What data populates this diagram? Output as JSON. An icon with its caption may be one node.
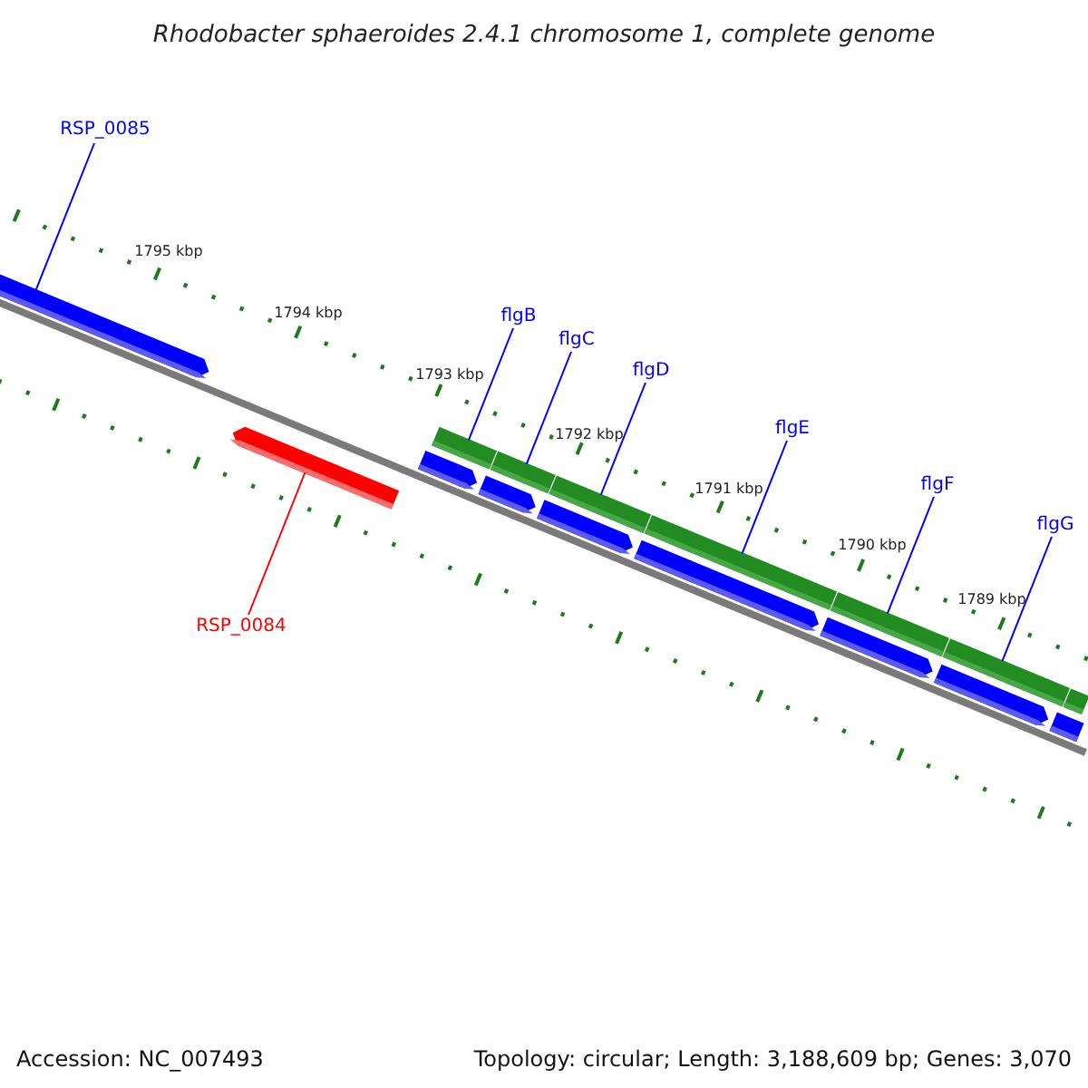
{
  "diagram": {
    "title": "Rhodobacter sphaeroides 2.4.1 chromosome 1, complete genome",
    "nodes": [
      {
        "text": [
          "RSP_0085"
        ]
      },
      {
        "text": [
          "flgB"
        ]
      },
      {
        "text": [
          "flgC"
        ]
      },
      {
        "text": [
          "flgD"
        ]
      },
      {
        "text": [
          "flgE"
        ]
      },
      {
        "text": [
          "flgF"
        ]
      },
      {
        "text": [
          "flgG"
        ]
      },
      {
        "text": [
          "RSP_0084"
        ]
      },
      {
        "text": [],
        "shape": "bar"
      },
      {
        "text": [],
        "shape": "bar"
      },
      {
        "text": [],
        "shape": "bar"
      },
      {
        "text": [],
        "shape": "bar"
      },
      {
        "text": [],
        "shape": "bar"
      },
      {
        "text": [],
        "shape": "bar"
      },
      {
        "text": [],
        "shape": "bar"
      },
      {
        "text": [],
        "shape": "bar"
      },
      {
        "text": [],
        "shape": "bar"
      },
      {
        "text": [],
        "shape": "bar"
      },
      {
        "text": [],
        "shape": "bar"
      },
      {
        "text": [],
        "shape": "bar"
      },
      {
        "text": [],
        "shape": "bar"
      },
      {
        "text": [],
        "shape": "bar"
      },
      {
        "text": [],
        "shape": "bar"
      },
      {
        "text": [],
        "shape": "bar"
      }
    ],
    "edges": [
      {
        "from": 0,
        "to": 8,
        "arrow": "none"
      },
      {
        "from": 1,
        "to": 10,
        "arrow": "none"
      },
      {
        "from": 2,
        "to": 11,
        "arrow": "none"
      },
      {
        "from": 3,
        "to": 12,
        "arrow": "none"
      },
      {
        "from": 4,
        "to": 13,
        "arrow": "none"
      },
      {
        "from": 5,
        "to": 14,
        "arrow": "none"
      },
      {
        "from": 6,
        "to": 15,
        "arrow": "none"
      },
      {
        "from": 7,
        "to": 9,
        "arrow": "none",
        "color": "#ff0000"
      }
    ],
    "labels": [
      "1795 kbp",
      "1794 kbp",
      "1793 kbp",
      "1792 kbp",
      "1791 kbp",
      "1790 kbp",
      "1789 kbp",
      "Accession: NC_007493",
      "Topology: circular; Length: 3,188,609 bp; Genes: 3,070"
    ]
  }
}
